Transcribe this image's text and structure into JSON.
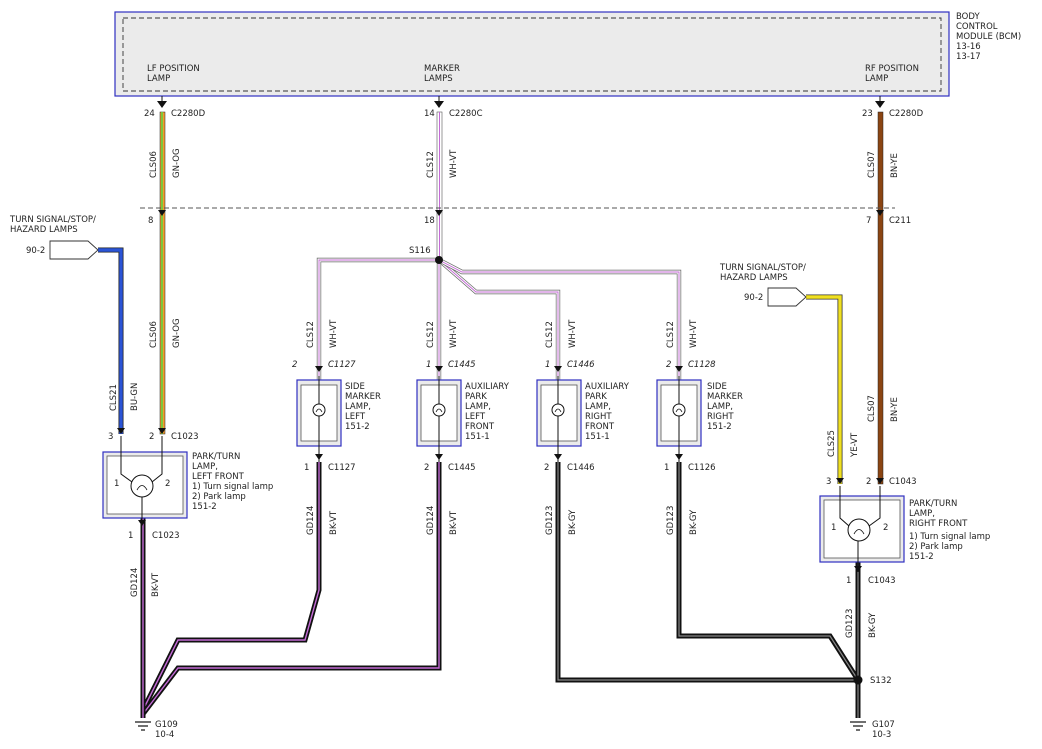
{
  "bcm": {
    "title_lines": [
      "BODY",
      "CONTROL",
      "MODULE (BCM)",
      "13-16",
      "13-17"
    ]
  },
  "bcm_pins": {
    "lf": {
      "label_lines": [
        "LF POSITION",
        "LAMP"
      ],
      "pin": "24",
      "connector": "C2280D"
    },
    "marker": {
      "label_lines": [
        "MARKER",
        "LAMPS"
      ],
      "pin": "14",
      "connector": "C2280C"
    },
    "rf": {
      "label_lines": [
        "RF POSITION",
        "LAMP"
      ],
      "pin": "23",
      "connector": "C2280D"
    }
  },
  "wires": {
    "lf_upper": {
      "circuit": "CLS06",
      "color": "GN-OG"
    },
    "lf_lower": {
      "circuit": "CLS06",
      "color": "GN-OG"
    },
    "marker_upper": {
      "circuit": "CLS12",
      "color": "WH-VT"
    },
    "rf_upper": {
      "circuit": "CLS07",
      "color": "BN-YE"
    },
    "rf_lower": {
      "circuit": "CLS07",
      "color": "BN-YE"
    },
    "lf_turn": {
      "circuit": "CLS21",
      "color": "BU-GN"
    },
    "rf_turn": {
      "circuit": "CLS25",
      "color": "YE-VT"
    },
    "b1": {
      "circuit": "CLS12",
      "color": "WH-VT"
    },
    "b2": {
      "circuit": "CLS12",
      "color": "WH-VT"
    },
    "b3": {
      "circuit": "CLS12",
      "color": "WH-VT"
    },
    "b4": {
      "circuit": "CLS12",
      "color": "WH-VT"
    },
    "g_lf": {
      "circuit": "GD124",
      "color": "BK-VT"
    },
    "g1": {
      "circuit": "GD124",
      "color": "BK-VT"
    },
    "g2": {
      "circuit": "GD124",
      "color": "BK-VT"
    },
    "g3": {
      "circuit": "GD123",
      "color": "BK-GY"
    },
    "g4": {
      "circuit": "GD123",
      "color": "BK-GY"
    },
    "g_rf": {
      "circuit": "GD123",
      "color": "BK-GY"
    }
  },
  "inline": {
    "lf": {
      "pin": "8"
    },
    "marker": {
      "pin": "18"
    },
    "rf": {
      "pin": "7",
      "connector": "C211"
    }
  },
  "splices": {
    "s116": "S116",
    "s132": "S132"
  },
  "turn_refs": {
    "left": {
      "label_lines": [
        "TURN SIGNAL/STOP/",
        "HAZARD LAMPS"
      ],
      "ref": "90-2"
    },
    "right": {
      "label_lines": [
        "TURN SIGNAL/STOP/",
        "HAZARD LAMPS"
      ],
      "ref": "90-2"
    }
  },
  "lamps": {
    "side_left": {
      "top_pin": "2",
      "top_conn": "C1127",
      "bottom_pin": "1",
      "bottom_conn": "C1127",
      "label_lines": [
        "SIDE",
        "MARKER",
        "LAMP,",
        "LEFT",
        "151-2"
      ]
    },
    "aux_left": {
      "top_pin": "1",
      "top_conn": "C1445",
      "bottom_pin": "2",
      "bottom_conn": "C1445",
      "label_lines": [
        "AUXILIARY",
        "PARK",
        "LAMP,",
        "LEFT",
        "FRONT",
        "151-1"
      ]
    },
    "aux_right": {
      "top_pin": "1",
      "top_conn": "C1446",
      "bottom_pin": "2",
      "bottom_conn": "C1446",
      "label_lines": [
        "AUXILIARY",
        "PARK",
        "LAMP,",
        "RIGHT",
        "FRONT",
        "151-1"
      ]
    },
    "side_right": {
      "top_pin": "2",
      "top_conn": "C1128",
      "bottom_pin": "1",
      "bottom_conn": "C1126",
      "label_lines": [
        "SIDE",
        "MARKER",
        "LAMP,",
        "RIGHT",
        "151-2"
      ]
    },
    "park_left": {
      "pin_turn": "3",
      "pin_park": "2",
      "connector": "C1023",
      "ground_pin": "1",
      "ground_conn": "C1023",
      "inner_pins": [
        "1",
        "2"
      ],
      "label_lines": [
        "PARK/TURN",
        "LAMP,",
        "LEFT FRONT",
        "1) Turn signal lamp",
        "2) Park lamp",
        "151-2"
      ]
    },
    "park_right": {
      "pin_turn": "3",
      "pin_park": "2",
      "connector": "C1043",
      "ground_pin": "1",
      "ground_conn": "C1043",
      "inner_pins": [
        "1",
        "2"
      ],
      "label_lines": [
        "PARK/TURN",
        "LAMP,",
        "RIGHT FRONT",
        "1) Turn signal lamp",
        "2) Park lamp",
        "151-2"
      ]
    }
  },
  "grounds": {
    "g109": {
      "label": "G109",
      "ref": "10-4"
    },
    "g107": {
      "label": "G107",
      "ref": "10-3"
    }
  },
  "colors": {
    "green": "#7cc83c",
    "orange": "#f39a2e",
    "brown": "#8b4513",
    "blue": "#2b54d6",
    "violet": "#c46ad6",
    "yellow": "#f0e020",
    "black": "#111111",
    "gray": "#888888",
    "white_wire": "#ffffff",
    "box_blue": "#3030c0",
    "frame_fill": "#ebebeb"
  }
}
